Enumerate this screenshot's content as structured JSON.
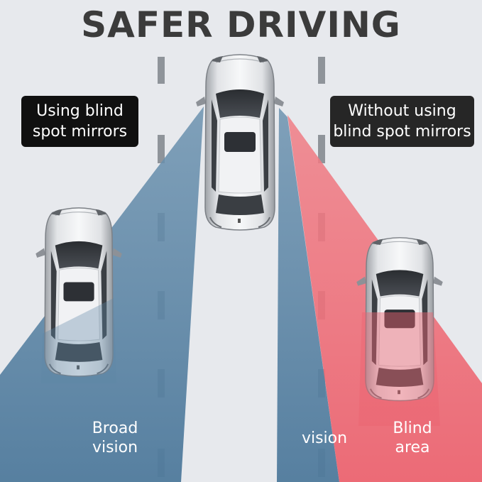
{
  "headline": "SAFER DRIVING",
  "left_label": {
    "line1": "Using blind",
    "line2": "spot mirrors"
  },
  "right_label": {
    "line1": "Without using",
    "line2": "blind spot mirrors"
  },
  "captions": {
    "broad": {
      "line1": "Broad",
      "line2": "vision"
    },
    "vision": "vision",
    "blind": {
      "line1": "Blind",
      "line2": "area"
    }
  },
  "colors": {
    "vision_zone": "#5e87a6",
    "blind_zone": "#ee6f78",
    "road": "#e4e6ea",
    "lane_dash": "#8f949a",
    "car_body": "#c9ccd0",
    "label_bg": "#101010",
    "headline": "#3b3b3b"
  }
}
